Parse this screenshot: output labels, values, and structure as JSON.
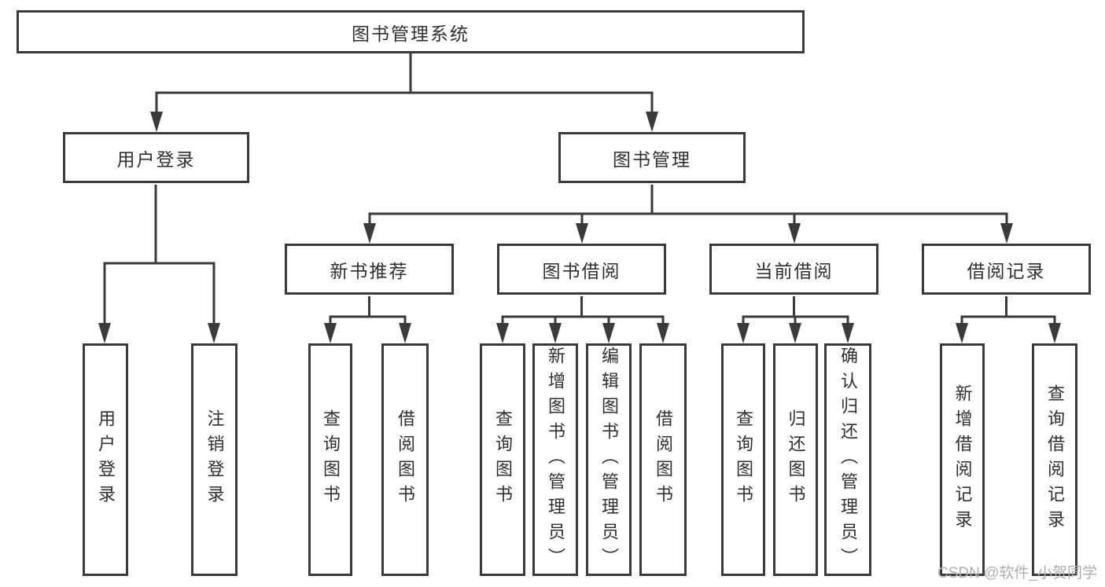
{
  "nodes": {
    "root": {
      "label": "图书管理系统"
    },
    "level2": [
      {
        "label": "用户登录"
      },
      {
        "label": "图书管理"
      }
    ],
    "level3": [
      {
        "label": "新书推荐"
      },
      {
        "label": "图书借阅"
      },
      {
        "label": "当前借阅"
      },
      {
        "label": "借阅记录"
      }
    ],
    "leaves": [
      {
        "label": "用户登录"
      },
      {
        "label": "注销登录"
      },
      {
        "label": "查询图书"
      },
      {
        "label": "借阅图书"
      },
      {
        "label": "查询图书"
      },
      {
        "label": "新增图书（管理员）"
      },
      {
        "label": "编辑图书（管理员）"
      },
      {
        "label": "借阅图书"
      },
      {
        "label": "查询图书"
      },
      {
        "label": "归还图书"
      },
      {
        "label": "确认归还（管理员）"
      },
      {
        "label": "新增借阅记录"
      },
      {
        "label": "查询借阅记录"
      }
    ]
  },
  "watermark": {
    "text": "CSDN @软件_小贺同学"
  },
  "colors": {
    "line": "#3a3a3a",
    "text": "#2f2f2f",
    "watermark": "#aeaeae",
    "background": "#ffffff"
  }
}
